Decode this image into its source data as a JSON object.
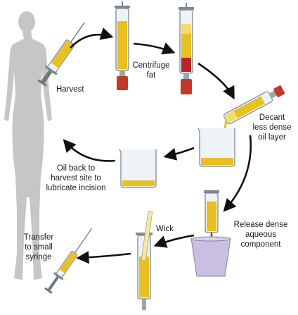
{
  "steps": {
    "harvest": "Harvest",
    "centrifuge": "Centrifuge\nfat",
    "decant": "Decant\nless dense\noil layer",
    "oil_back": "Oil back to\nharvest site to\nlubricate incision",
    "release": "Release dense\naqueous\ncomponent",
    "wick": "Wick",
    "transfer": "Transfer\nto small\nsyringe"
  },
  "colors": {
    "fat": "#e8c020",
    "fat_light": "#f2dc6e",
    "blood": "#b8262a",
    "glass": "#eef3f7",
    "glass_stroke": "#7a8a96",
    "body": "#c8c8c8",
    "cup": "#c9bfe0",
    "cap": "#c0392b",
    "arrow": "#111111"
  }
}
